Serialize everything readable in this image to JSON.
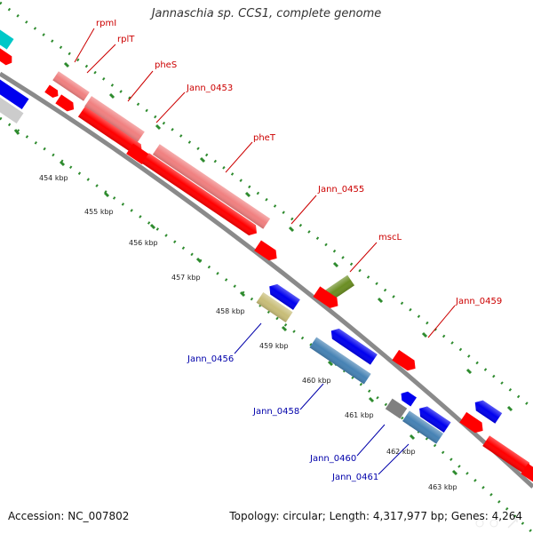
{
  "title": "Jannaschia sp. CCS1, complete genome",
  "footer": {
    "accession": "Accession: NC_007802",
    "summary": "Topology: circular; Length: 4,317,977 bp; Genes: 4,264"
  },
  "colors": {
    "backbone": "#8a8a8a",
    "tick": "#2e8b2e",
    "forward_label": "#cc0000",
    "reverse_label": "#0000aa",
    "red_gene": "#ff0000",
    "pink_gene": "#f08080",
    "blue_gene": "#0000ee",
    "steel_gene": "#4682b4",
    "olive_gene": "#6b8e23",
    "khaki_gene": "#c8bd78",
    "gray_gene": "#808080",
    "cyan_gene": "#00c8c8",
    "silver_gene": "#cccccc"
  },
  "kbp_labels": [
    "454 kbp",
    "455 kbp",
    "456 kbp",
    "457 kbp",
    "458 kbp",
    "459 kbp",
    "460 kbp",
    "461 kbp",
    "462 kbp",
    "463 kbp"
  ],
  "gene_labels": {
    "rpmI": "rpmI",
    "rplT": "rplT",
    "pheS": "pheS",
    "jann0453": "Jann_0453",
    "pheT": "pheT",
    "jann0455": "Jann_0455",
    "mscL": "mscL",
    "jann0459": "Jann_0459",
    "jann0456": "Jann_0456",
    "jann0458": "Jann_0458",
    "jann0460": "Jann_0460",
    "jann0461": "Jann_0461"
  }
}
